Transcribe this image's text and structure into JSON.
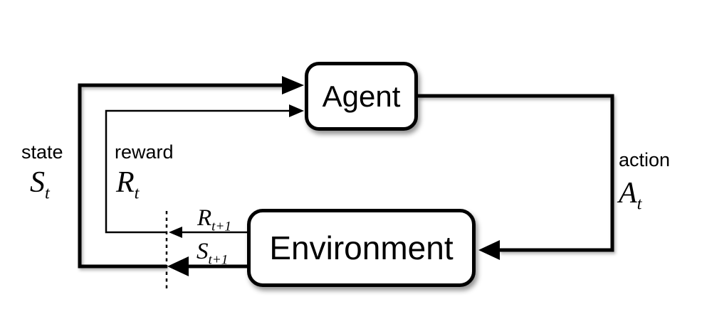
{
  "colors": {
    "background": "#ffffff",
    "line": "#000000",
    "text": "#000000",
    "box_fill": "#ffffff"
  },
  "boxes": {
    "agent": "Agent",
    "environment": "Environment"
  },
  "labels": {
    "state": {
      "word": "state",
      "base": "S",
      "sub": "t"
    },
    "reward": {
      "word": "reward",
      "base": "R",
      "sub": "t"
    },
    "action": {
      "word": "action",
      "base": "A",
      "sub": "t"
    },
    "next_reward": {
      "base": "R",
      "sub": "t+1"
    },
    "next_state": {
      "base": "S",
      "sub": "t+1"
    }
  }
}
